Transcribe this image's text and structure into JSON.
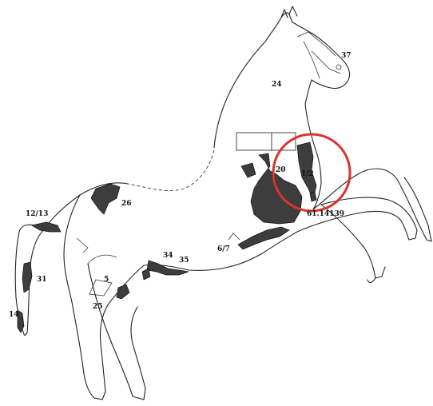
{
  "labels": {
    "l37": "37",
    "l24": "24",
    "l20": "20",
    "l1_2": "1/2",
    "l26": "26",
    "l12_13": "12/13",
    "l41_14139": "61.14139",
    "l6_7": "6/7",
    "l34": "34",
    "l35": "35",
    "l5": "5",
    "l31": "31",
    "l25": "25",
    "l14": "14"
  },
  "colors": {
    "highlight_circle": "#d9342b",
    "patch_fill": "#3d3d3d",
    "outline": "#222222"
  }
}
